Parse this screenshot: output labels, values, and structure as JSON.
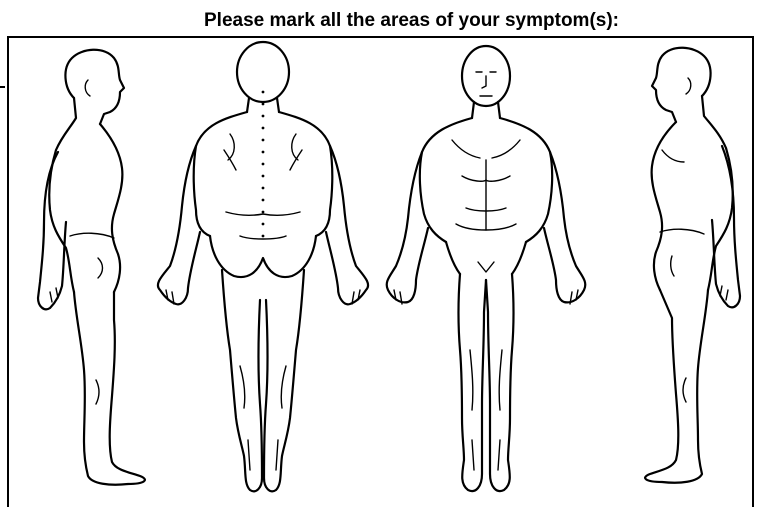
{
  "heading": {
    "text": "Please mark all the areas of your symptom(s):"
  },
  "figures": [
    {
      "name": "left-side-view",
      "selected": false
    },
    {
      "name": "back-view",
      "selected": false
    },
    {
      "name": "front-view",
      "selected": false
    },
    {
      "name": "right-side-view",
      "selected": false
    }
  ],
  "colors": {
    "ink": "#000000",
    "background": "#ffffff"
  }
}
